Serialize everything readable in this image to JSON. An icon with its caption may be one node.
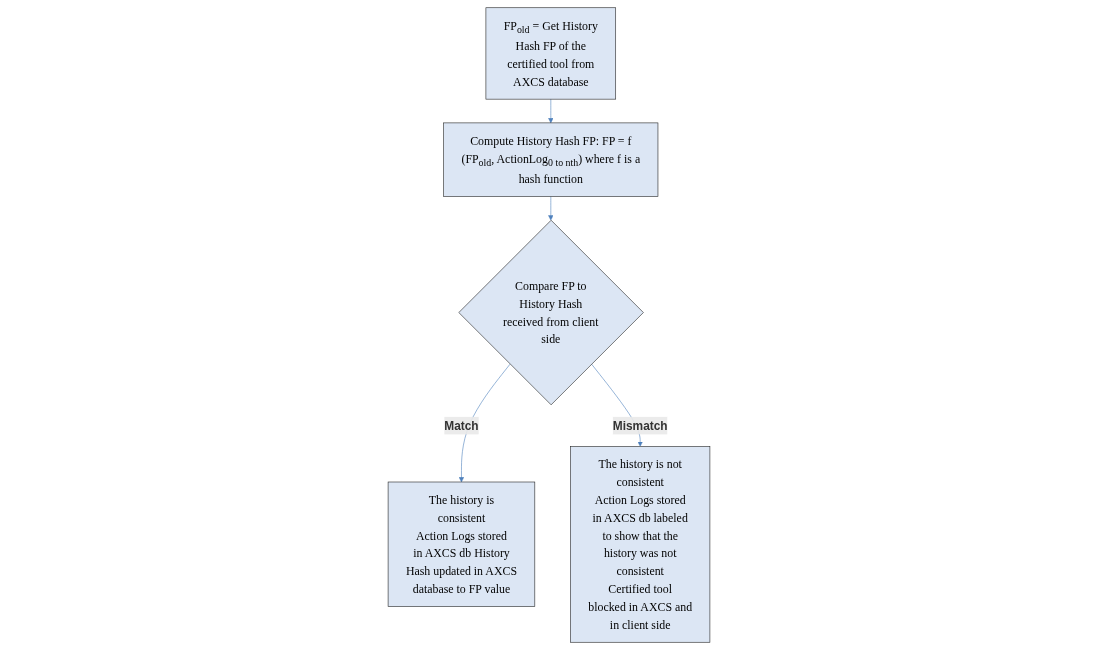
{
  "diagram": {
    "nodes": [
      {
        "text": [
          "FP$_{old}$ = Get History Hash FP of the certified tool from AXCS database"
        ]
      },
      {
        "text": [
          "Compute History Hash FP: FP = f (FP$_{old}$, ActionLog$_{0 to nth}$) where f is a hash function"
        ]
      },
      {
        "text": [
          "Compare FP to History Hash received from client side"
        ]
      },
      {
        "text": [
          "The history is consistent",
          "Action Logs stored in AXCS db History Hash updated in AXCS database to FP value"
        ]
      },
      {
        "text": [
          "The history is not consistent",
          "Action Logs stored in AXCS db labeled to show that the history was not consistent",
          "Certified tool blocked in AXCS and in client side"
        ]
      }
    ],
    "edges": [
      {
        "from": 0,
        "to": 1,
        "arrow": "to"
      },
      {
        "from": 1,
        "to": 2,
        "arrow": "to"
      },
      {
        "from": 2,
        "to": 3,
        "label": "Match",
        "arrow": "to"
      },
      {
        "from": 2,
        "to": 4,
        "label": "Mismatch",
        "arrow": "to"
      }
    ]
  }
}
